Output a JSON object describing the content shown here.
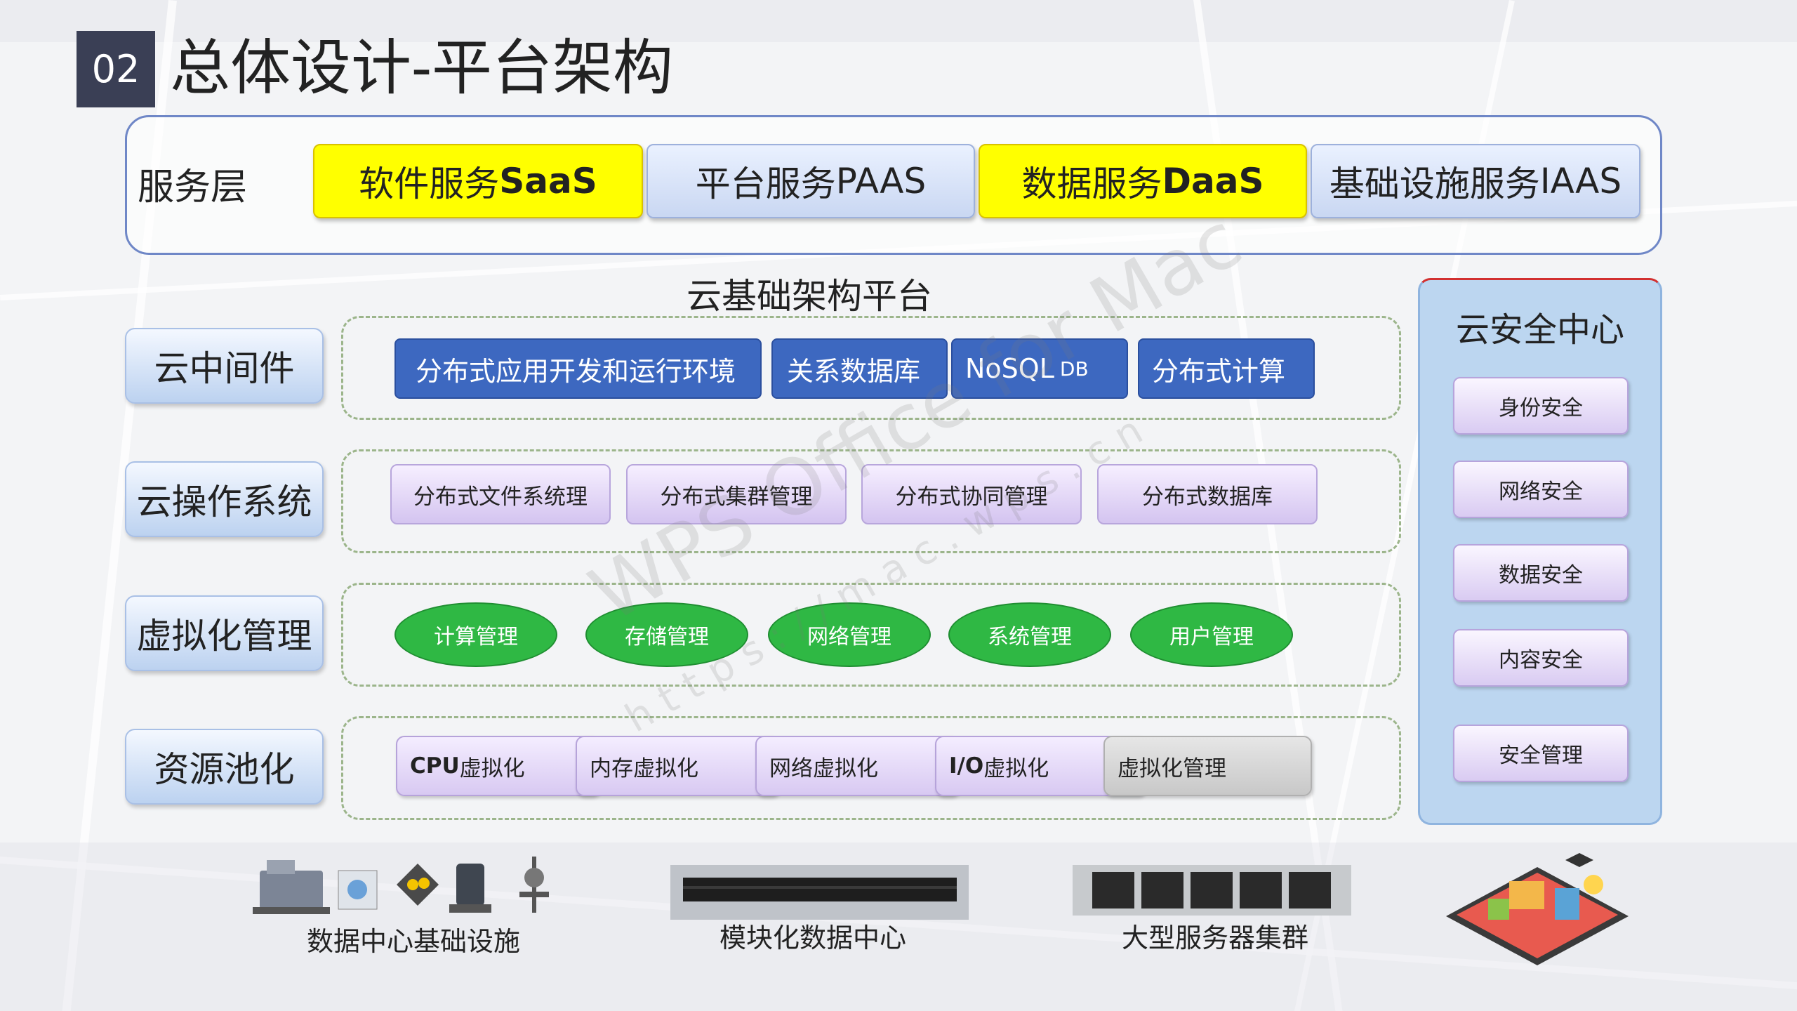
{
  "header": {
    "number": "02",
    "title": "总体设计-平台架构"
  },
  "service_layer": {
    "label": "服务层",
    "items": [
      {
        "name": "软件服务",
        "abbr": "SaaS"
      },
      {
        "name": "平台服务",
        "abbr": "PAAS"
      },
      {
        "name": "数据服务",
        "abbr": "DaaS"
      },
      {
        "name": "基础设施服务",
        "abbr": "IAAS"
      }
    ]
  },
  "platform_label": "云基础架构平台",
  "layers": {
    "middleware": {
      "label": "云中间件",
      "items": [
        "分布式应用开发和运行环境",
        "关系数据库",
        "NoSQL",
        "分布式计算"
      ],
      "nosql_suffix": "DB"
    },
    "os": {
      "label": "云操作系统",
      "items": [
        "分布式文件系统理",
        "分布式集群管理",
        "分布式协同管理",
        "分布式数据库"
      ]
    },
    "virtualization": {
      "label": "虚拟化管理",
      "items": [
        "计算管理",
        "存储管理",
        "网络管理",
        "系统管理",
        "用户管理"
      ]
    },
    "resources": {
      "label": "资源池化",
      "items": [
        {
          "prefix": "CPU",
          "text": "虚拟化"
        },
        {
          "prefix": "",
          "text": "内存虚拟化"
        },
        {
          "prefix": "",
          "text": "网络虚拟化"
        },
        {
          "prefix": "I/O",
          "text": "虚拟化"
        },
        {
          "prefix": "",
          "text": "虚拟化管理"
        }
      ]
    }
  },
  "security": {
    "title": "云安全中心",
    "items": [
      "身份安全",
      "网络安全",
      "数据安全",
      "内容安全",
      "安全管理"
    ]
  },
  "bottom_captions": [
    "数据中心基础设施",
    "模块化数据中心",
    "大型服务器集群"
  ],
  "watermark": {
    "line1": "WPS Office for Mac",
    "line2": "https://mac.wps.cn"
  },
  "colors": {
    "yellow": "#ffff00",
    "middleware_blue": "#3d68c0",
    "virt_green": "#2fb844",
    "security_bg": "#bcd6f0",
    "title_box": "#3a3f55"
  }
}
